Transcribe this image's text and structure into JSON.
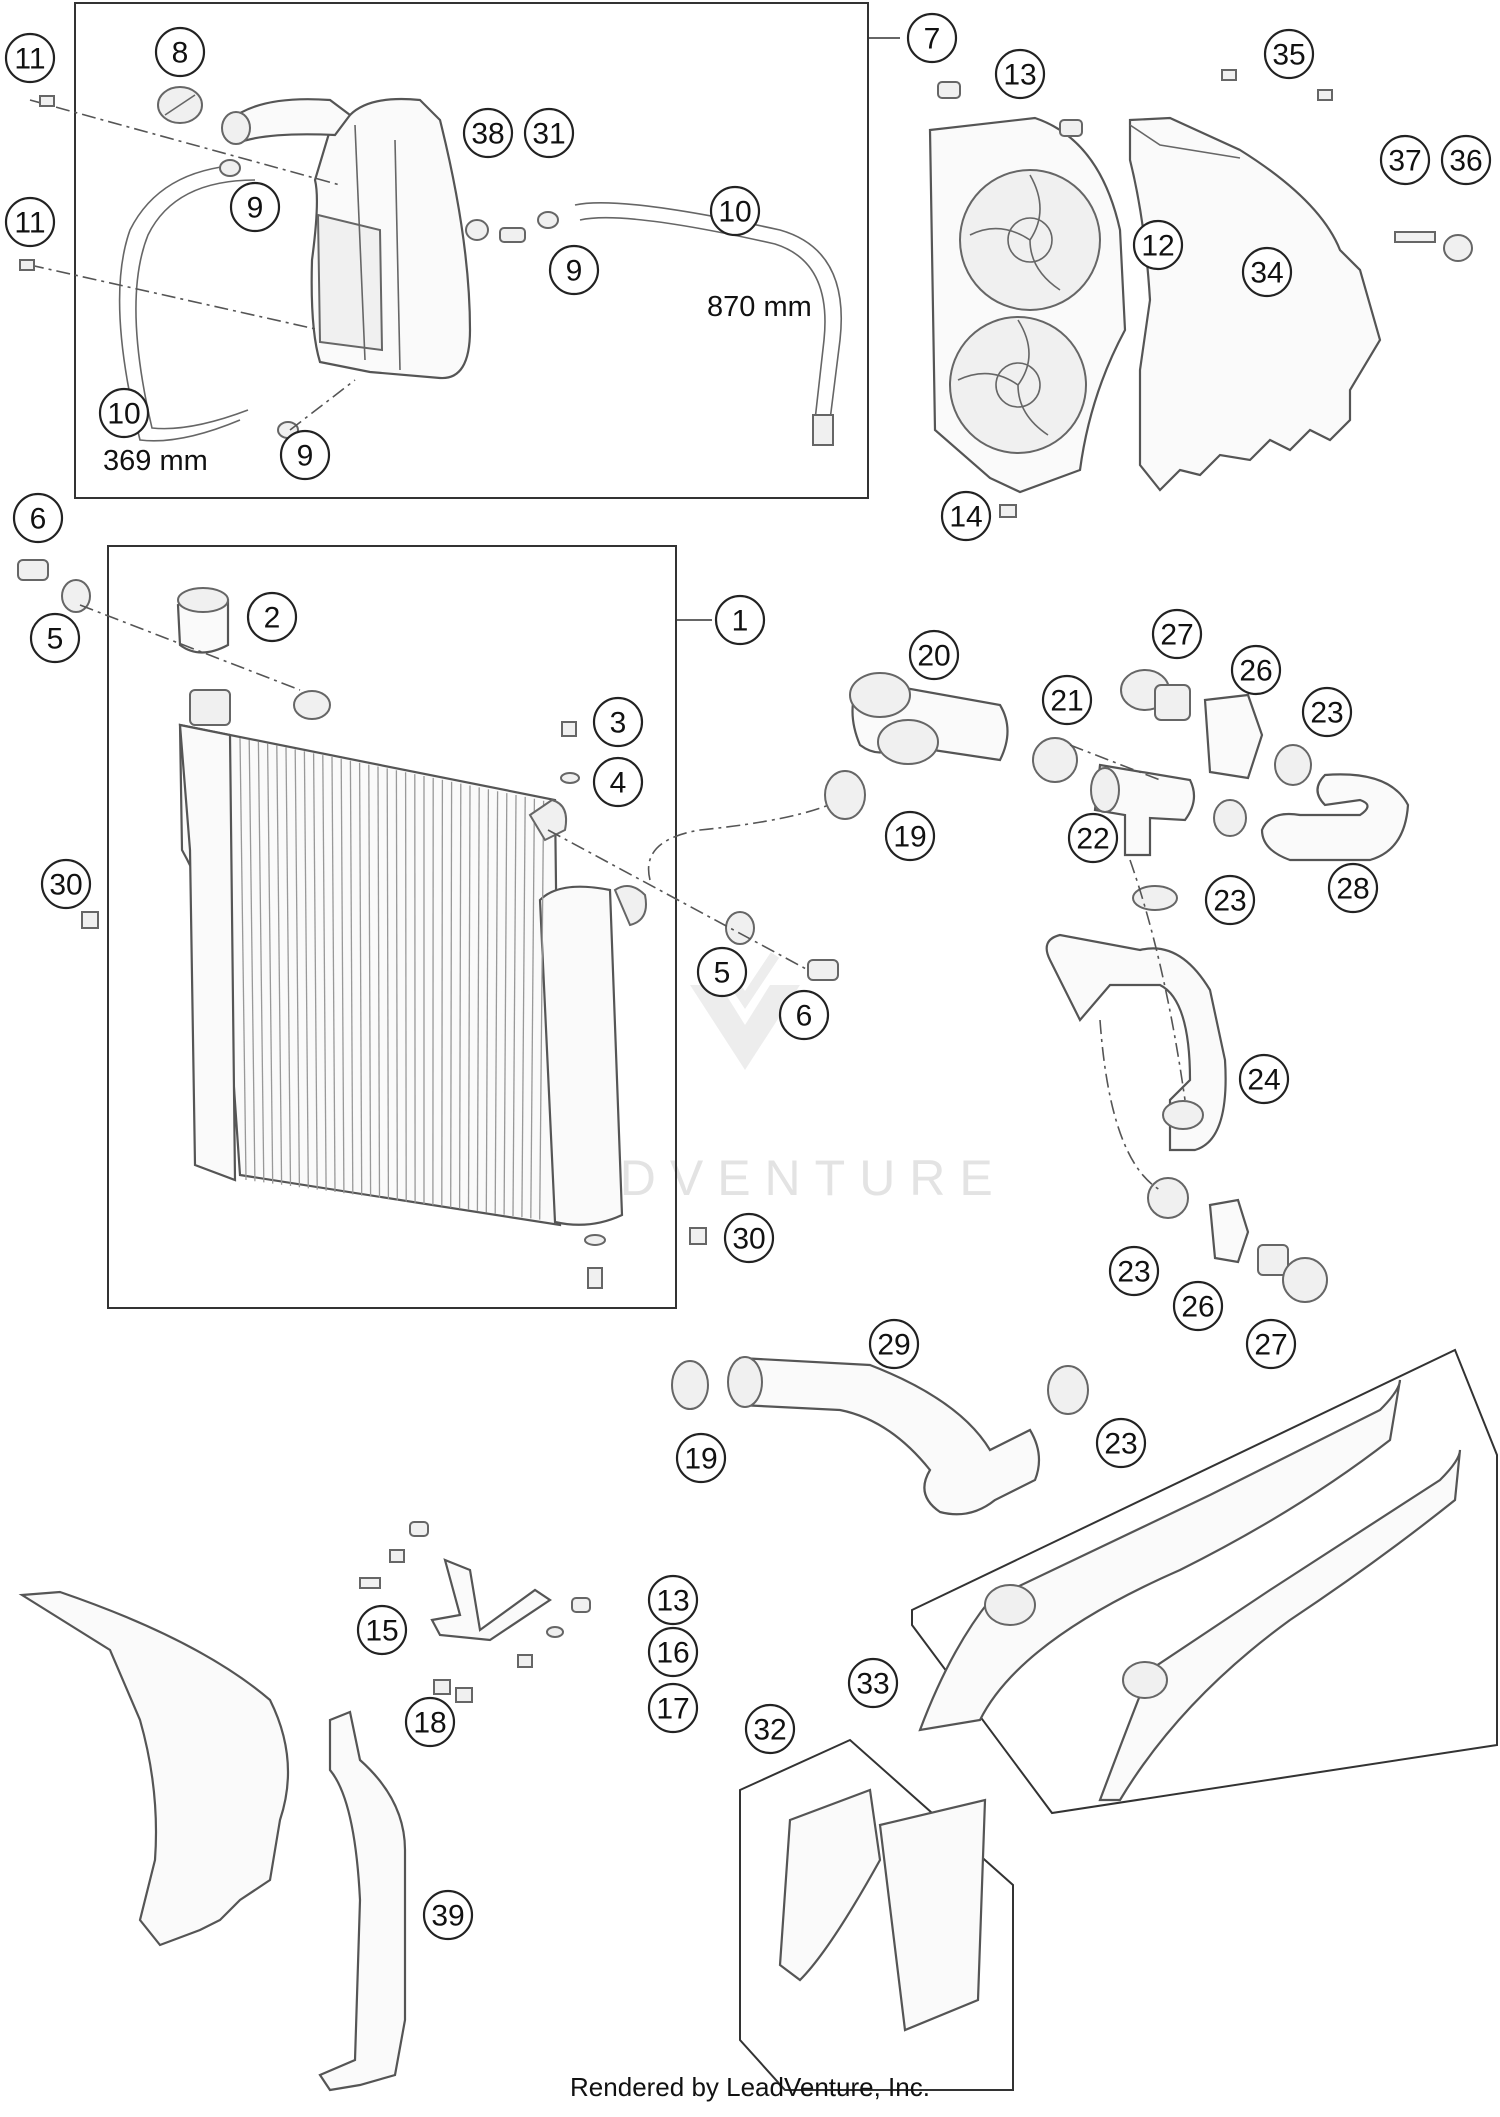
{
  "callouts": [
    {
      "id": "c1",
      "label": "1"
    },
    {
      "id": "c2",
      "label": "2"
    },
    {
      "id": "c3",
      "label": "3"
    },
    {
      "id": "c4",
      "label": "4"
    },
    {
      "id": "c5a",
      "label": "5"
    },
    {
      "id": "c5b",
      "label": "5"
    },
    {
      "id": "c6a",
      "label": "6"
    },
    {
      "id": "c6b",
      "label": "6"
    },
    {
      "id": "c7",
      "label": "7"
    },
    {
      "id": "c8",
      "label": "8"
    },
    {
      "id": "c9a",
      "label": "9"
    },
    {
      "id": "c9b",
      "label": "9"
    },
    {
      "id": "c9c",
      "label": "9"
    },
    {
      "id": "c10a",
      "label": "10"
    },
    {
      "id": "c10b",
      "label": "10"
    },
    {
      "id": "c11a",
      "label": "11"
    },
    {
      "id": "c11b",
      "label": "11"
    },
    {
      "id": "c12",
      "label": "12"
    },
    {
      "id": "c13a",
      "label": "13"
    },
    {
      "id": "c13b",
      "label": "13"
    },
    {
      "id": "c14",
      "label": "14"
    },
    {
      "id": "c15",
      "label": "15"
    },
    {
      "id": "c16",
      "label": "16"
    },
    {
      "id": "c17",
      "label": "17"
    },
    {
      "id": "c18",
      "label": "18"
    },
    {
      "id": "c19a",
      "label": "19"
    },
    {
      "id": "c19b",
      "label": "19"
    },
    {
      "id": "c20",
      "label": "20"
    },
    {
      "id": "c21",
      "label": "21"
    },
    {
      "id": "c22",
      "label": "22"
    },
    {
      "id": "c23a",
      "label": "23"
    },
    {
      "id": "c23b",
      "label": "23"
    },
    {
      "id": "c23c",
      "label": "23"
    },
    {
      "id": "c23d",
      "label": "23"
    },
    {
      "id": "c24",
      "label": "24"
    },
    {
      "id": "c26a",
      "label": "26"
    },
    {
      "id": "c26b",
      "label": "26"
    },
    {
      "id": "c27a",
      "label": "27"
    },
    {
      "id": "c27b",
      "label": "27"
    },
    {
      "id": "c28",
      "label": "28"
    },
    {
      "id": "c29",
      "label": "29"
    },
    {
      "id": "c30a",
      "label": "30"
    },
    {
      "id": "c30b",
      "label": "30"
    },
    {
      "id": "c31",
      "label": "31"
    },
    {
      "id": "c32",
      "label": "32"
    },
    {
      "id": "c33",
      "label": "33"
    },
    {
      "id": "c34",
      "label": "34"
    },
    {
      "id": "c35",
      "label": "35"
    },
    {
      "id": "c36",
      "label": "36"
    },
    {
      "id": "c37",
      "label": "37"
    },
    {
      "id": "c38",
      "label": "38"
    },
    {
      "id": "c39",
      "label": "39"
    }
  ],
  "dimensions": {
    "hose_long": "870 mm",
    "hose_short": "369 mm"
  },
  "watermark": "LEADVENTURE",
  "footer": {
    "credit": "Rendered by LeadVenture, Inc."
  }
}
